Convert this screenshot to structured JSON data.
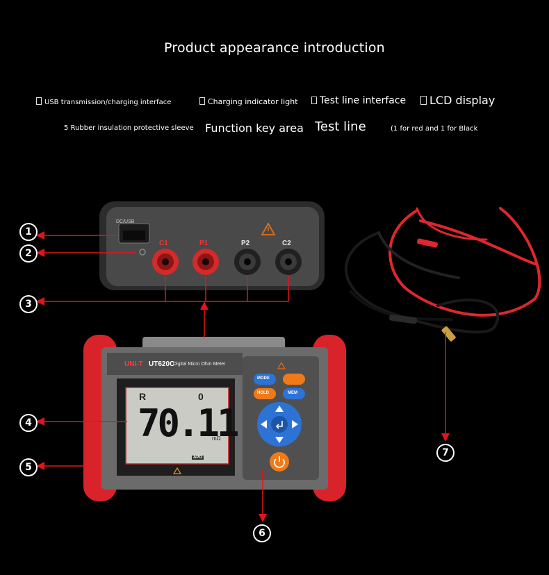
{
  "title": "Product appearance introduction",
  "features": [
    "USB transmission/charging interface",
    "Charging indicator light",
    "Test line interface",
    "LCD display",
    "5 Rubber insulation protective sleeve",
    "Function key area",
    "Test line",
    "(1 for red and 1 for Black"
  ],
  "callouts": [
    "1",
    "2",
    "3",
    "4",
    "5",
    "6",
    "7"
  ],
  "device": {
    "top_panel": {
      "port_label": "DC/USB",
      "jacks": [
        "C1",
        "P1",
        "P2",
        "C2"
      ]
    },
    "brand": "UNI-T",
    "model": "UT620C",
    "model_desc": "Digital Micro Ohm Meter",
    "lcd": {
      "range_indicator": "R",
      "index": "0",
      "reading": "70.11",
      "unit": "mΩ",
      "apo": "APO"
    },
    "buttons": {
      "mode": "MODE",
      "hold": "HOLD",
      "mem": "MEM"
    }
  },
  "colors": {
    "background": "#000000",
    "rubber_sleeve": "#d9232b",
    "body": "#5a5a5a",
    "arrow": "#e1141d",
    "nav_button": "#2d73d5",
    "power_button": "#f07a1a"
  }
}
